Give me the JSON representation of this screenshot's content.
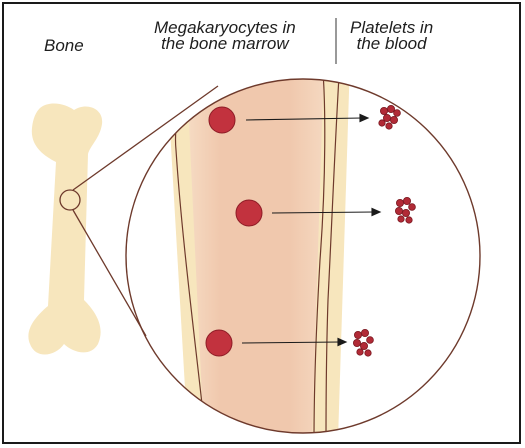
{
  "labels": {
    "bone": "Bone",
    "megakaryocytes_line1": "Megakaryocytes in",
    "megakaryocytes_line2": "the bone marrow",
    "platelets_line1": "Platelets in",
    "platelets_line2": "the blood"
  },
  "colors": {
    "bone": "#f7e6bd",
    "marrow": "#efc8ad",
    "cell": "#c2323e",
    "cell_edge": "#8e1c26",
    "outline": "#6e3a2c",
    "arrow": "#1a1a1a"
  },
  "icons": [
    "bone-icon",
    "magnifier-lens",
    "megakaryocyte-icon",
    "platelet-cluster-icon",
    "arrow-icon"
  ]
}
